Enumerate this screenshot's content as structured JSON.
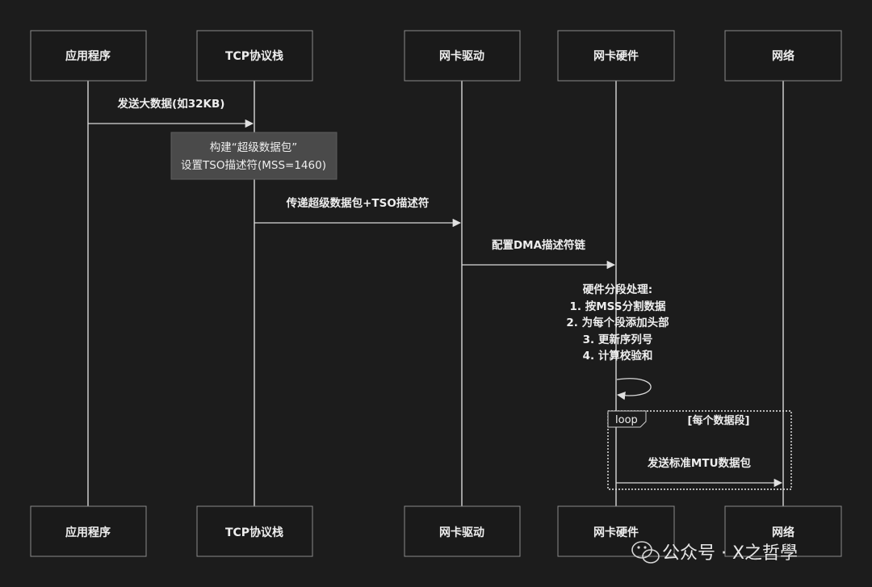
{
  "participants": [
    "应用程序",
    "TCP协议栈",
    "网卡驱动",
    "网卡硬件",
    "网络"
  ],
  "messages": [
    {
      "from": 0,
      "to": 1,
      "label": "发送大数据(如32KB)"
    },
    {
      "from": 1,
      "to": 2,
      "label": "传递超级数据包+TSO描述符"
    },
    {
      "from": 2,
      "to": 3,
      "label": "配置DMA描述符链"
    }
  ],
  "note": {
    "over": 1,
    "lines": [
      "构建“超级数据包”",
      "设置TSO描述符(MSS=1460)"
    ]
  },
  "self_message": {
    "actor": 3,
    "lines": [
      "硬件分段处理:",
      "1. 按MSS分割数据",
      "2. 为每个段添加头部",
      "3. 更新序列号",
      "4. 计算校验和"
    ]
  },
  "loop": {
    "label": "loop",
    "condition": "[每个数据段]",
    "message": {
      "from": 3,
      "to": 4,
      "label": "发送标准MTU数据包"
    }
  },
  "watermark": "公众号 · X之哲學",
  "watermark_icon": "wechat-icon"
}
